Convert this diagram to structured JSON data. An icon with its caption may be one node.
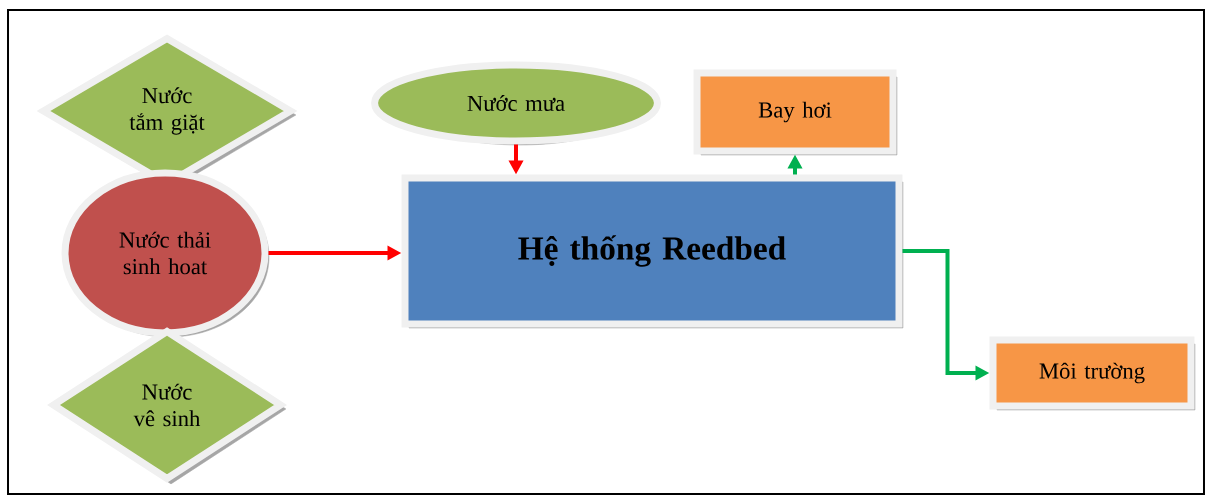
{
  "diagram": {
    "nodes": [
      {
        "text": [
          "Nước tắm giặt"
        ]
      },
      {
        "text": [
          "Nước thải sinh hoat"
        ]
      },
      {
        "text": [
          "Nước vê sinh"
        ]
      },
      {
        "text": [
          "Nước mưa"
        ]
      },
      {
        "text": [
          "Hệ thống Reedbed"
        ]
      },
      {
        "text": [
          "Bay hơi"
        ]
      },
      {
        "text": [
          "Môi trường"
        ]
      }
    ],
    "edges": [
      {
        "from": 1,
        "to": 4,
        "arrow": "to",
        "color": "#ff0000"
      },
      {
        "from": 3,
        "to": 4,
        "arrow": "to",
        "color": "#ff0000"
      },
      {
        "from": 4,
        "to": 5,
        "arrow": "to",
        "color": "#00b050"
      },
      {
        "from": 4,
        "to": 6,
        "arrow": "to",
        "color": "#00b050"
      }
    ]
  }
}
